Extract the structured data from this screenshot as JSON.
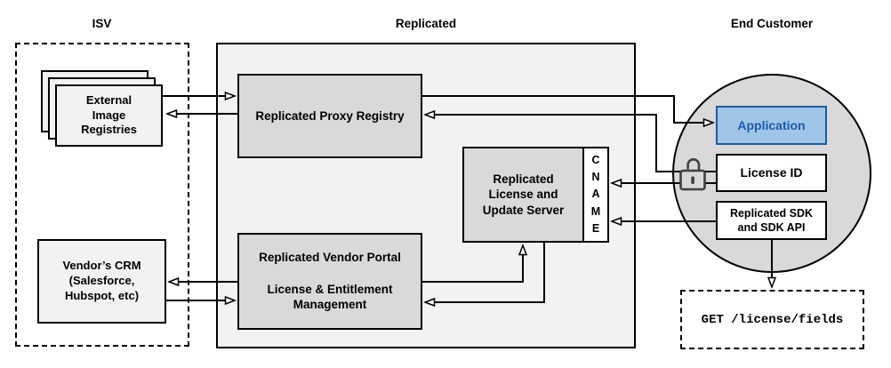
{
  "diagram": {
    "groups": {
      "isv": {
        "label": "ISV"
      },
      "replicated": {
        "label": "Replicated"
      },
      "end_customer": {
        "label": "End Customer"
      }
    },
    "nodes": {
      "external_image_registries": {
        "label": "External\nImage\nRegistries"
      },
      "vendors_crm": {
        "label": "Vendor’s CRM\n(Salesforce,\nHubspot, etc)"
      },
      "replicated_proxy_registry": {
        "label": "Replicated Proxy Registry"
      },
      "replicated_vendor_portal": {
        "label": "Replicated Vendor Portal\n\nLicense & Entitlement\nManagement"
      },
      "replicated_license_update_server": {
        "label": "Replicated\nLicense and\nUpdate Server"
      },
      "cname": {
        "label": "C\nN\nA\nM\nE"
      },
      "application": {
        "label": "Application"
      },
      "license_id": {
        "label": "License ID"
      },
      "replicated_sdk": {
        "label": "Replicated SDK\nand SDK API"
      },
      "get_request": {
        "label": "GET /license/fields"
      }
    },
    "icons": {
      "lock": "unlocked-padlock-icon"
    },
    "colors": {
      "container_fill": "#f2f2f2",
      "node_fill": "#d9d9d9",
      "light_fill": "#f2f2f2",
      "application_fill": "#9fc5e8",
      "application_border": "#1f5c99",
      "application_text": "#1a5ca8",
      "line": "#000000"
    }
  }
}
